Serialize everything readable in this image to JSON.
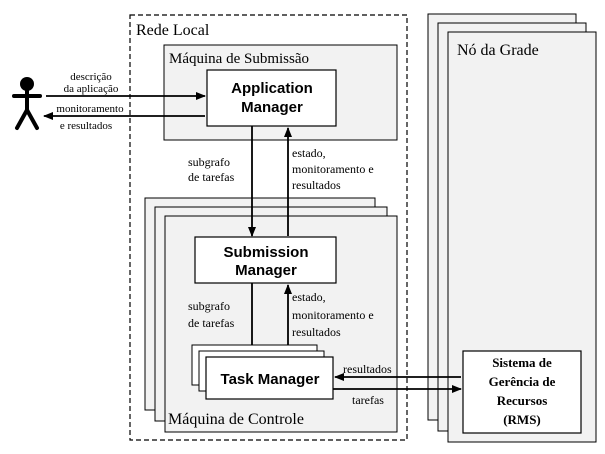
{
  "network": {
    "label": "Rede Local"
  },
  "submission_machine": {
    "label": "Máquina de Submissão"
  },
  "control_machine": {
    "label": "Máquina de Controle"
  },
  "grid_node": {
    "label": "Nó da Grade"
  },
  "application_manager": {
    "line1": "Application",
    "line2": "Manager"
  },
  "submission_manager": {
    "line1": "Submission",
    "line2": "Manager"
  },
  "task_manager": {
    "label": "Task Manager"
  },
  "rms": {
    "line1": "Sistema de",
    "line2": "Gerência de",
    "line3": "Recursos",
    "line4": "(RMS)"
  },
  "user_links": {
    "desc_line1": "descrição",
    "desc_line2": "da aplicação",
    "mon_line1": "monitoramento",
    "mon_line2": "e resultados"
  },
  "am_sm_links": {
    "down_line1": "subgrafo",
    "down_line2": "de tarefas",
    "up_line1": "estado,",
    "up_line2": "monitoramento e",
    "up_line3": "resultados"
  },
  "sm_tm_links": {
    "down_line1": "subgrafo",
    "down_line2": "de tarefas",
    "up_line1": "estado,",
    "up_line2": "monitoramento e",
    "up_line3": "resultados"
  },
  "tm_rms_links": {
    "results": "resultados",
    "tasks": "tarefas"
  }
}
